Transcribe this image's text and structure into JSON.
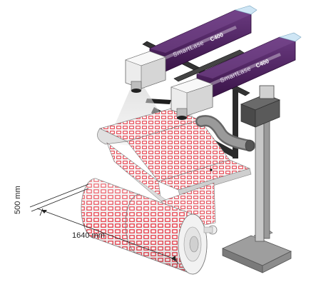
{
  "dimensions": {
    "height_label": "500 mm",
    "width_label": "1640 mm"
  },
  "lasers": [
    {
      "brand": "SmartLase",
      "model": "C400"
    },
    {
      "brand": "SmartLase",
      "model": "C400"
    }
  ],
  "colors": {
    "laser_body": "#4b1f5e",
    "laser_body_dark": "#34123f",
    "laser_cap": "#cfe6f5",
    "scan_head": "#e6e6e6",
    "frame": "#2b2b2b",
    "stand": "#bdbdbd",
    "web_label": "#e8505b",
    "web_base": "#f4f4f4"
  },
  "icons": {
    "roll": "material-roll",
    "stand": "mounting-stand",
    "web": "label-web"
  }
}
